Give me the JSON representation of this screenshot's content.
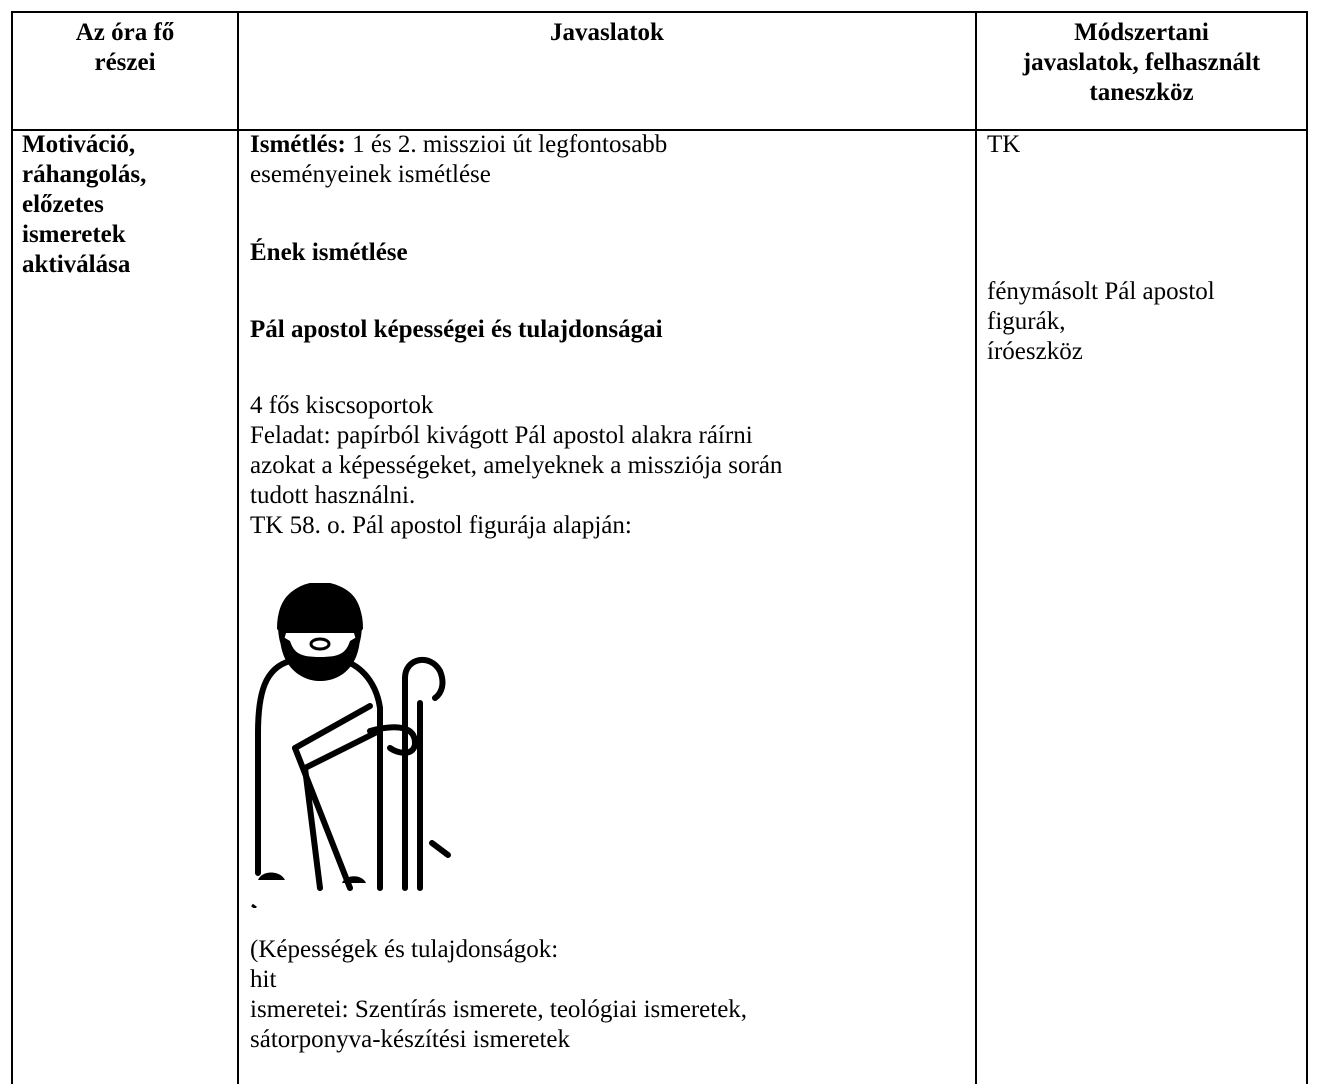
{
  "header": {
    "col1": [
      "Az óra fő",
      "részei"
    ],
    "col2": "Javaslatok",
    "col3": [
      "Módszertani",
      "javaslatok, felhasznált",
      "taneszköz"
    ]
  },
  "row": {
    "section": [
      "Motiváció,",
      "ráhangolás,",
      "előzetes",
      "ismeretek",
      "aktiválása"
    ],
    "repeat_label": "Ismétlés:",
    "repeat_text_1": " 1 és 2. misszioi út legfontosabb",
    "repeat_text_2": "eseményeinek ismétlése",
    "song_title": "Ének ismétlése",
    "abilities_title": "Pál apostol képességei és tulajdonságai",
    "body_lines": [
      "4 fős kiscsoportok",
      "Feladat: papírból kivágott Pál apostol alakra ráírni",
      "azokat a képességeket, amelyeknek a missziója során",
      "tudott használni.",
      "TK 58. o. Pál apostol figurája alapján:"
    ],
    "figure_icon": "apostle-paul-figure",
    "after_lines": [
      "(Képességek és tulajdonságok:",
      "hit",
      "ismeretei: Szentírás ismerete, teológiai ismeretek,",
      "sátorponyva-készítési ismeretek"
    ],
    "tools_1": "TK",
    "tools_2": [
      "fénymásolt Pál apostol",
      "figurák,",
      "íróeszköz"
    ]
  }
}
